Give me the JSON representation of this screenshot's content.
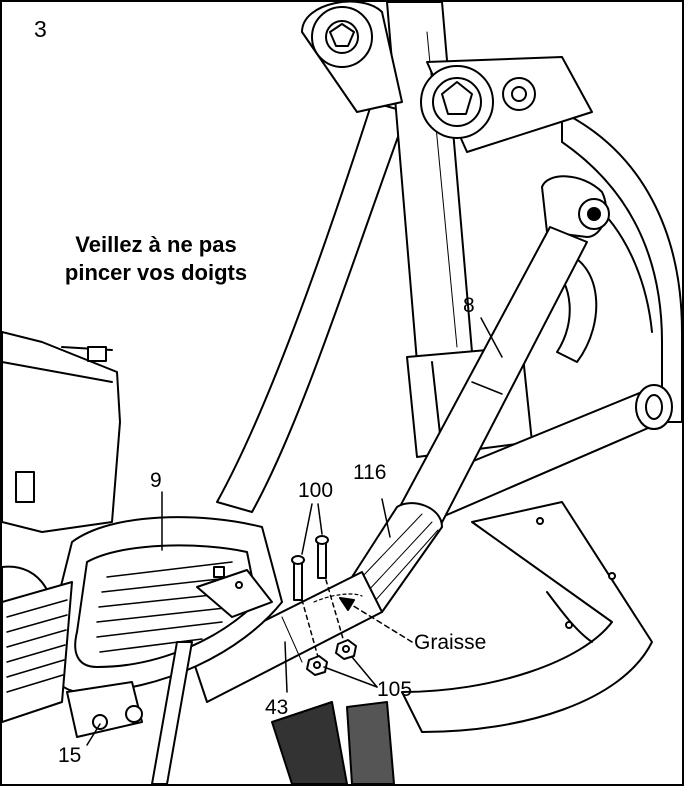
{
  "step_number": "3",
  "warning": {
    "line1": "Veillez à ne pas",
    "line2": "pincer vos doigts"
  },
  "callouts": {
    "part_8": "8",
    "part_9": "9",
    "part_100": "100",
    "part_116": "116",
    "grease": "Graisse",
    "part_105": "105",
    "part_43": "43",
    "part_15": "15"
  }
}
